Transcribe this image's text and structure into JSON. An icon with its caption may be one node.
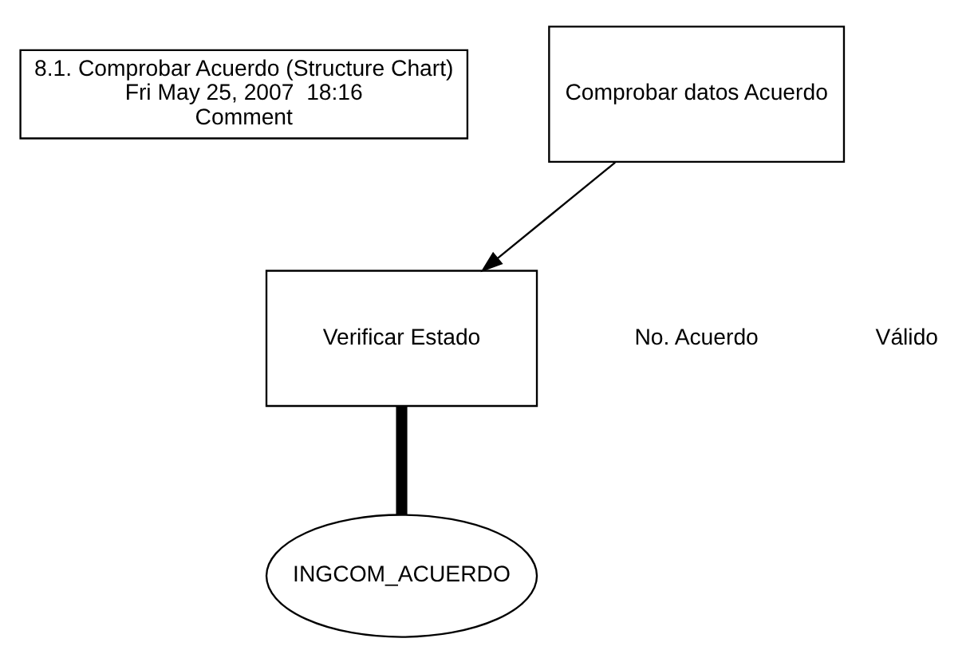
{
  "diagram": {
    "nodes": [
      {
        "text": [
          "8.1. Comprobar Acuerdo (Structure Chart)",
          "Fri May 25, 2007  18:16",
          "Comment"
        ]
      },
      {
        "text": [
          "Comprobar datos Acuerdo"
        ]
      },
      {
        "text": [
          "Verificar Estado"
        ]
      },
      {
        "text": [
          "INGCOM_ACUERDO"
        ]
      }
    ],
    "edges": [
      {
        "from": 1,
        "to": 2,
        "arrow": "to"
      },
      {
        "from": 2,
        "to": 3,
        "arrow": "none",
        "style": "thick"
      }
    ],
    "labels": [
      "No. Acuerdo",
      "Válido"
    ]
  }
}
